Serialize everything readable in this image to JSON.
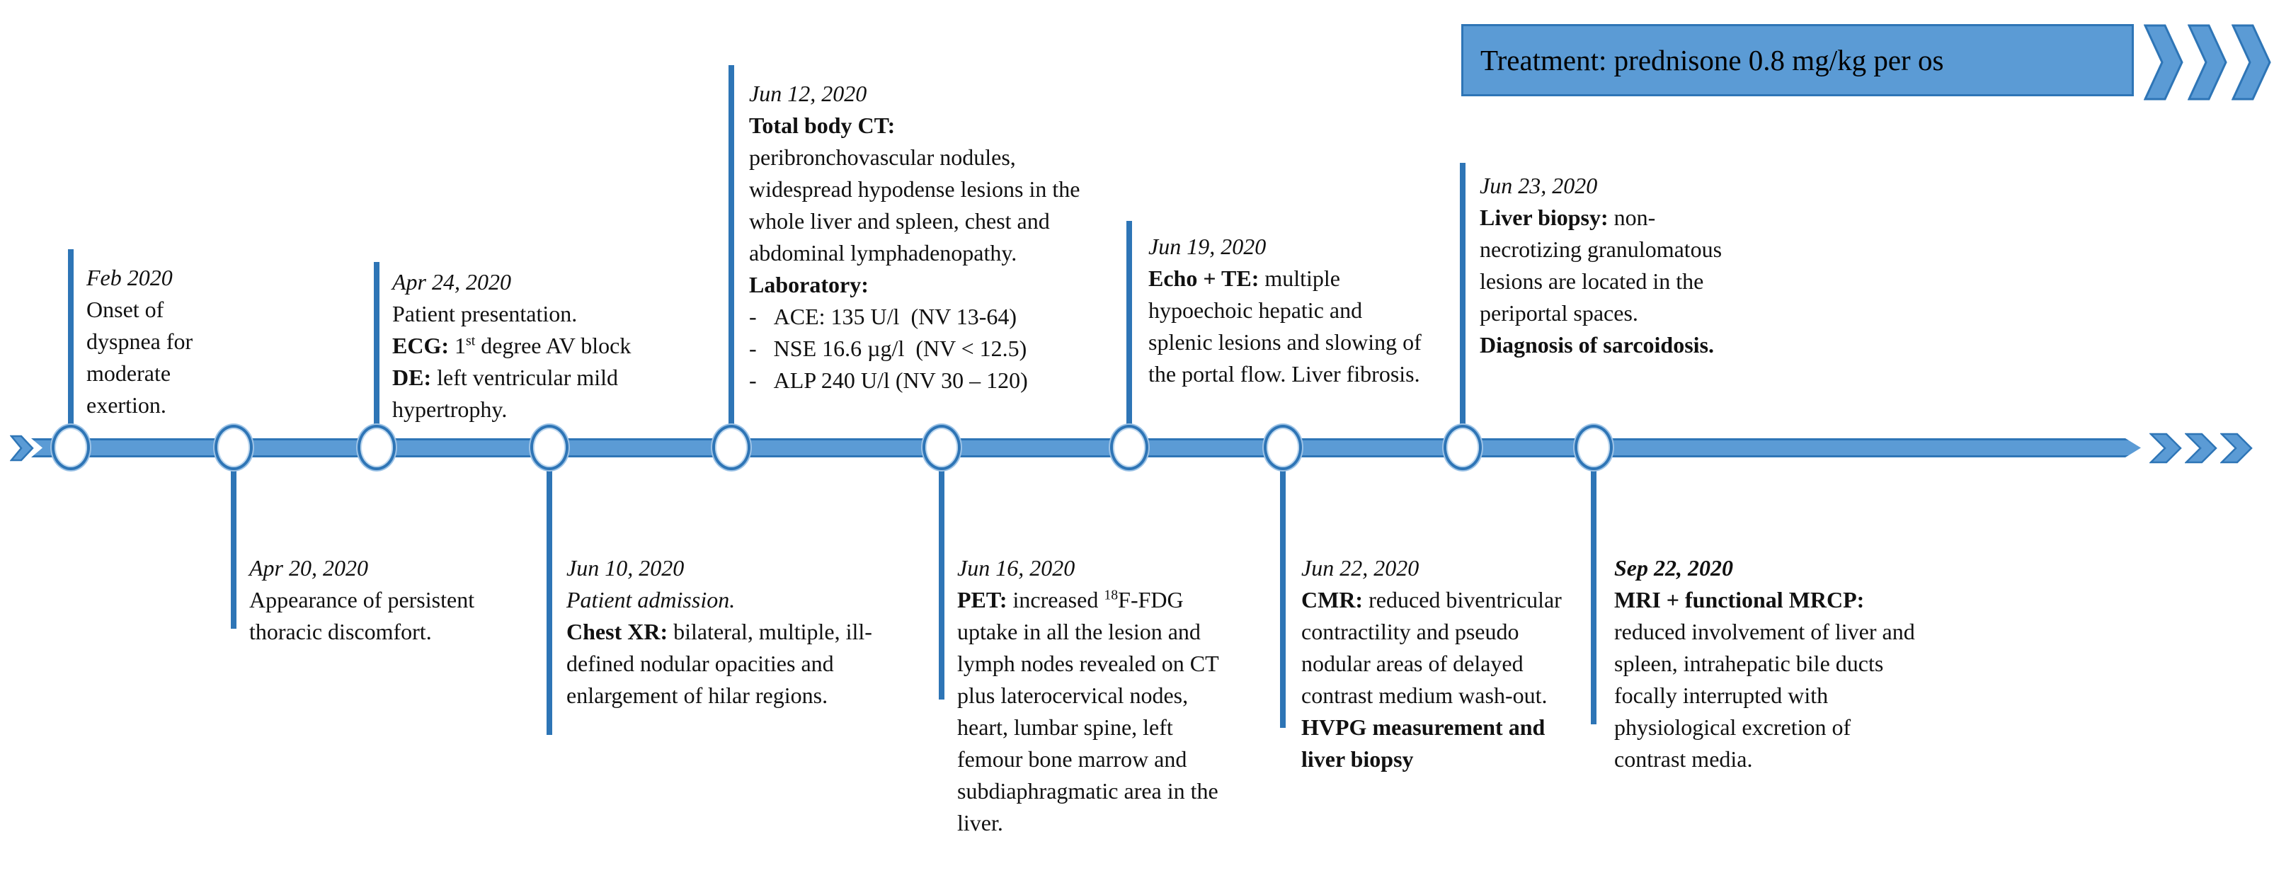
{
  "banner": {
    "label": "Treatment: prednisone 0.8 mg/kg per os",
    "fill_color": "#5B9BD5",
    "border_color": "#2E75B6",
    "chevron_count": 3
  },
  "timeline": {
    "bar_fill_color": "#5B9BD5",
    "line_color": "#2E75B6",
    "node_count": 10,
    "end_chevron_count": 3,
    "events": [
      {
        "id": "feb-2020",
        "side": "above",
        "date": "Feb 2020",
        "segments": [
          {
            "t": "Onset of dyspnea for moderate exertion."
          }
        ]
      },
      {
        "id": "apr-20-2020",
        "side": "below",
        "date": "Apr 20, 2020",
        "segments": [
          {
            "t": "Appearance of persistent thoracic discomfort."
          }
        ]
      },
      {
        "id": "apr-24-2020",
        "side": "above",
        "date": "Apr 24, 2020",
        "segments": [
          {
            "t": "Patient presentation.",
            "br": true
          },
          {
            "t": "ECG:",
            "b": true
          },
          {
            "t": " 1"
          },
          {
            "t": "st",
            "sup": true
          },
          {
            "t": " degree AV block",
            "br": true
          },
          {
            "t": "DE:",
            "b": true
          },
          {
            "t": " left ventricular mild hypertrophy."
          }
        ]
      },
      {
        "id": "jun-10-2020",
        "side": "below",
        "date": "Jun 10, 2020",
        "segments": [
          {
            "t": "Patient admission.",
            "i": true,
            "br": true
          },
          {
            "t": "Chest XR:",
            "b": true
          },
          {
            "t": " bilateral, multiple, ill-defined nodular opacities and enlargement of hilar regions."
          }
        ]
      },
      {
        "id": "jun-12-2020",
        "side": "above",
        "date": "Jun 12, 2020",
        "segments": [
          {
            "t": "Total body CT:",
            "b": true,
            "br": true
          },
          {
            "t": "peribronchovascular nodules, widespread hypodense lesions in the whole liver and spleen, chest and abdominal lymphadenopathy.",
            "br": true
          },
          {
            "t": "Laboratory:",
            "b": true,
            "br": true
          },
          {
            "t": "-   ACE: 135 U/l  (NV 13-64)",
            "br": true
          },
          {
            "t": "-   NSE 16.6 µg/l  (NV < 12.5)",
            "br": true
          },
          {
            "t": "-   ALP 240 U/l (NV 30 – 120)"
          }
        ]
      },
      {
        "id": "jun-16-2020",
        "side": "below",
        "date": "Jun 16, 2020",
        "segments": [
          {
            "t": "PET:",
            "b": true
          },
          {
            "t": " increased "
          },
          {
            "t": "18",
            "sup": true
          },
          {
            "t": "F-FDG uptake in all the lesion and lymph nodes revealed on CT plus laterocervical nodes, heart, lumbar spine, left femour bone marrow and subdiaphragmatic area in the liver."
          }
        ]
      },
      {
        "id": "jun-19-2020",
        "side": "above",
        "date": "Jun 19, 2020",
        "segments": [
          {
            "t": "Echo + TE:",
            "b": true
          },
          {
            "t": " multiple hypoechoic hepatic and splenic lesions and slowing of the portal flow. Liver fibrosis."
          }
        ]
      },
      {
        "id": "jun-22-2020",
        "side": "below",
        "date": "Jun 22, 2020",
        "segments": [
          {
            "t": "CMR:",
            "b": true
          },
          {
            "t": "  reduced biventricular contractility and pseudo nodular areas of delayed contrast medium wash-out.",
            "br": true
          },
          {
            "t": "HVPG measurement and liver biopsy",
            "b": true
          }
        ]
      },
      {
        "id": "jun-23-2020",
        "side": "above",
        "date": "Jun 23, 2020",
        "segments": [
          {
            "t": "Liver biopsy:",
            "b": true
          },
          {
            "t": " non-necrotizing granulomatous lesions are located in the periportal spaces.",
            "br": true
          },
          {
            "t": "Diagnosis of sarcoidosis.",
            "b": true
          }
        ]
      },
      {
        "id": "sep-22-2020",
        "side": "below",
        "date": "Sep 22, 2020",
        "date_bold": true,
        "segments": [
          {
            "t": "MRI + functional MRCP:",
            "b": true,
            "br": true
          },
          {
            "t": "reduced involvement of liver and spleen, intrahepatic bile ducts focally interrupted with physiological excretion of contrast media."
          }
        ]
      }
    ]
  }
}
